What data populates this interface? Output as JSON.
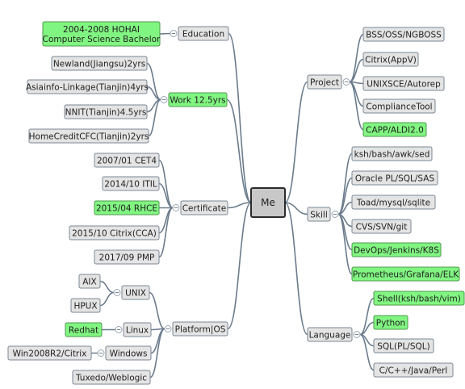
{
  "mindmap": {
    "root": "Me",
    "left": [
      {
        "label": "Education",
        "children": [
          {
            "lines": [
              "2004-2008 HOHAI",
              "Computer Science Bachelor"
            ],
            "highlight": true
          }
        ]
      },
      {
        "label": "Work 12.5yrs",
        "highlight": true,
        "children": [
          {
            "label": "Newland(Jiangsu)2yrs"
          },
          {
            "label": "Asiainfo-Linkage(Tianjin)4yrs"
          },
          {
            "label": "NNIT(Tianjin)4.5yrs"
          },
          {
            "label": "HomeCreditCFC(Tianjin)2yrs"
          }
        ]
      },
      {
        "label": "Certificate",
        "children": [
          {
            "label": "2007/01 CET4"
          },
          {
            "label": "2014/10 ITIL"
          },
          {
            "label": "2015/04 RHCE",
            "highlight": true
          },
          {
            "label": "2015/10 Citrix(CCA)"
          },
          {
            "label": "2017/09 PMP"
          }
        ]
      },
      {
        "label": "Platform|OS",
        "children": [
          {
            "label": "UNIX",
            "children": [
              {
                "label": "AIX"
              },
              {
                "label": "HPUX"
              }
            ]
          },
          {
            "label": "Linux",
            "children": [
              {
                "label": "Redhat",
                "highlight": true
              }
            ]
          },
          {
            "label": "Windows",
            "children": [
              {
                "label": "Win2008R2/Citrix"
              }
            ]
          },
          {
            "label": "Tuxedo/Weblogic"
          }
        ]
      }
    ],
    "right": [
      {
        "label": "Project",
        "children": [
          {
            "label": "BSS/OSS/NGBOSS"
          },
          {
            "label": "Citrix(AppV)"
          },
          {
            "label": "UNIXSCE/Autorep"
          },
          {
            "label": "ComplianceTool"
          },
          {
            "label": "CAPP/ALDI2.0",
            "highlight": true
          }
        ]
      },
      {
        "label": "Skill",
        "children": [
          {
            "label": "ksh/bash/awk/sed"
          },
          {
            "label": "Oracle PL/SQL/SAS"
          },
          {
            "label": "Toad/mysql/sqlite"
          },
          {
            "label": "CVS/SVN/git"
          },
          {
            "label": "DevOps/Jenkins/K8S",
            "highlight": true
          },
          {
            "label": "Prometheus/Grafana/ELK",
            "highlight": true
          }
        ]
      },
      {
        "label": "Language",
        "children": [
          {
            "label": "Shell(ksh/bash/vim)",
            "highlight": true
          },
          {
            "label": "Python",
            "highlight": true
          },
          {
            "label": "SQL(PL/SQL)"
          },
          {
            "label": "C/C++/Java/Perl"
          }
        ]
      }
    ]
  }
}
